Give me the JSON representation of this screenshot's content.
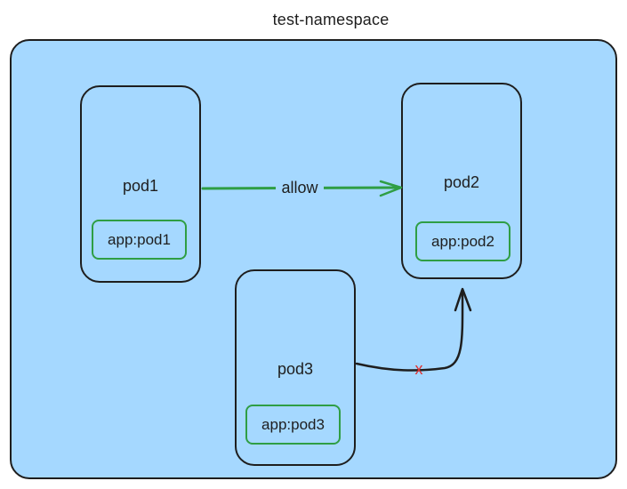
{
  "namespace": {
    "title": "test-namespace",
    "fill_color": "#a5d8ff"
  },
  "pods": {
    "pod1": {
      "name": "pod1",
      "label": "app:pod1"
    },
    "pod2": {
      "name": "pod2",
      "label": "app:pod2"
    },
    "pod3": {
      "name": "pod3",
      "label": "app:pod3"
    }
  },
  "connections": {
    "allow": {
      "label": "allow",
      "from": "pod1",
      "to": "pod2",
      "color": "#2f9e44"
    },
    "deny": {
      "mark": "x",
      "from": "pod3",
      "to": "pod2",
      "color": "#1e1e1e",
      "mark_color": "#e03131"
    }
  }
}
